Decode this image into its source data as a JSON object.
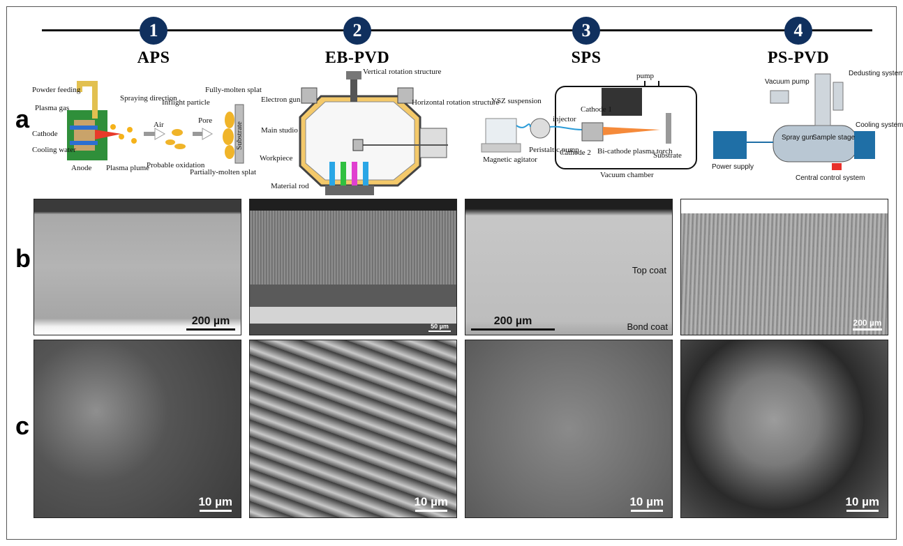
{
  "steps": [
    {
      "num": "1",
      "name": "APS"
    },
    {
      "num": "2",
      "name": "EB-PVD"
    },
    {
      "num": "3",
      "name": "SPS"
    },
    {
      "num": "4",
      "name": "PS-PVD"
    }
  ],
  "rows": {
    "a": "a",
    "b": "b",
    "c": "c"
  },
  "aps": {
    "powder_feeding": "Powder feeding",
    "plasma_gas": "Plasma gas",
    "cathode": "Cathode",
    "cooling_water": "Cooling water",
    "anode": "Anode",
    "plasma_plume": "Plasma plume",
    "spraying_direction": "Spraying direction",
    "inflight_particle": "Inflight particle",
    "air": "Air",
    "probable_oxidation": "Probable oxidation",
    "pore": "Pore",
    "fully_molten": "Fully-molten splat",
    "partially_molten": "Partially-molten splat",
    "substrate": "Substrate"
  },
  "ebpvd": {
    "vertical_rotation": "Vertical rotation structure",
    "electron_gun": "Electron gun",
    "horizontal_rotation": "Horizontal rotation structure",
    "main_studio": "Main studio",
    "workpiece": "Workpiece",
    "material_rod": "Material rod"
  },
  "sps": {
    "ysz_suspension": "YSZ suspension",
    "pump": "pump",
    "cathode1": "Cathode 1",
    "injector": "injector",
    "magnetic_agitator": "Magnetic agitator",
    "peristaltic_pump": "Peristaltic pump",
    "cathode2": "Cathode 2",
    "torch": "Bi-cathode plasma torch",
    "substrate": "Substrate",
    "vacuum_chamber": "Vacuum chamber"
  },
  "pspvd": {
    "vacuum_pump": "Vacuum pump",
    "dedusting": "Dedusting system",
    "cooling": "Cooling system",
    "spray_gun": "Spray gun",
    "sample_stage": "Sample stage",
    "power_supply": "Power supply",
    "central_control": "Central control system"
  },
  "row_b": {
    "aps_scale": "200 µm",
    "ebpvd_scale": "50 µm",
    "sps_scale": "200 µm",
    "sps_top_coat": "Top coat",
    "sps_bond_coat": "Bond coat",
    "pspvd_scale": "200 µm"
  },
  "row_c": {
    "aps_scale": "10 µm",
    "ebpvd_scale": "10 µm",
    "sps_scale": "10 µm",
    "pspvd_scale": "10 µm"
  },
  "colors": {
    "badge": "#10305e"
  }
}
